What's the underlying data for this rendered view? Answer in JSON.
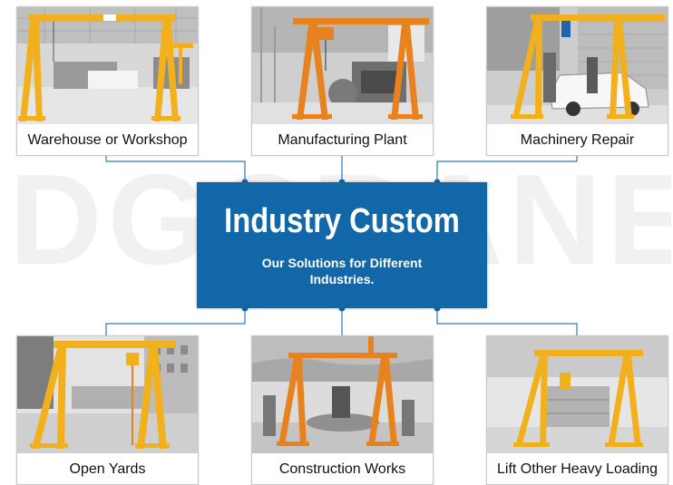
{
  "watermark": "DGCRANE",
  "center": {
    "title": "Industry Custom",
    "subtitle": "Our Solutions for Different Industries."
  },
  "colors": {
    "accent_blue": "#1167a8",
    "connector": "#2e7ab8",
    "crane_yellow": "#f2b11c",
    "crane_orange": "#e8821e"
  },
  "cards": [
    {
      "label": "Warehouse or Workshop",
      "image": "warehouse-crane-photo"
    },
    {
      "label": "Manufacturing Plant",
      "image": "manufacturing-crane-photo"
    },
    {
      "label": "Machinery Repair",
      "image": "machinery-repair-crane-photo"
    },
    {
      "label": "Open Yards",
      "image": "open-yards-crane-photo"
    },
    {
      "label": "Construction Works",
      "image": "construction-crane-photo"
    },
    {
      "label": "Lift Other Heavy Loading",
      "image": "heavy-loading-crane-photo"
    }
  ]
}
